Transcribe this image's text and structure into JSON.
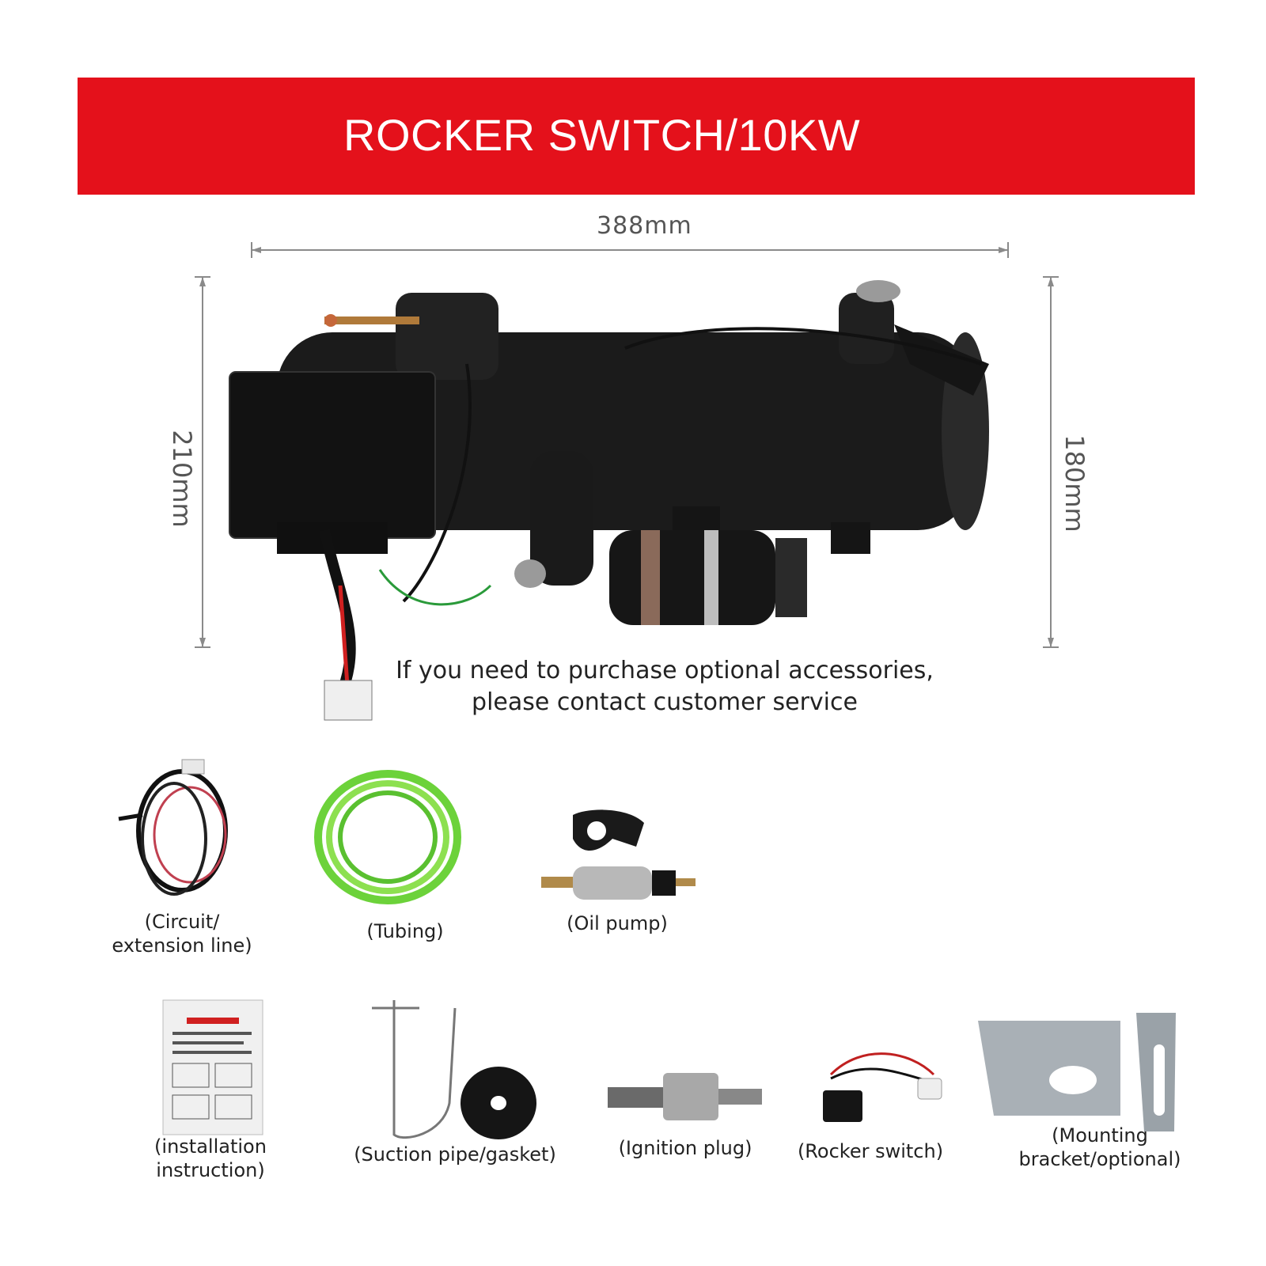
{
  "banner": {
    "title": "ROCKER SWITCH/10KW",
    "color": "#e4111b"
  },
  "dimensions": {
    "width": "388mm",
    "height_left": "210mm",
    "height_right": "180mm"
  },
  "note": {
    "line1": "If you need to purchase optional accessories,",
    "line2": "please contact customer service"
  },
  "accessories": [
    {
      "caption_line1": "(Circuit/",
      "caption_line2": "extension line)"
    },
    {
      "caption_line1": "(Tubing)"
    },
    {
      "caption_line1": "(Oil pump)"
    },
    {
      "caption_line1": "(installation",
      "caption_line2": "instruction)"
    },
    {
      "caption_line1": "(Suction pipe/gasket)"
    },
    {
      "caption_line1": "(Ignition plug)"
    },
    {
      "caption_line1": "(Rocker switch)"
    },
    {
      "caption_line1": "(Mounting",
      "caption_line2": "bracket/optional)"
    }
  ]
}
